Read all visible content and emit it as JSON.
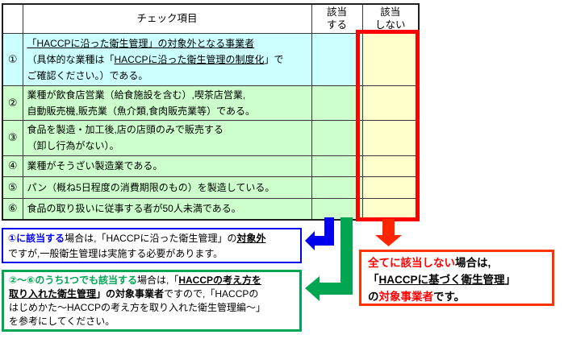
{
  "colors": {
    "row_cyan": "#ccffff",
    "row_green": "#ccffcc",
    "cell_yellow": "#ffffcc",
    "frame_red": "#ff0000",
    "note_blue_border": "#0000ee",
    "note_green_border": "#00a651",
    "note_red_border": "#ff3300",
    "text_blue": "#0000ff",
    "text_green": "#00a651",
    "text_red": "#ff0000"
  },
  "table": {
    "header": {
      "item": "チェック項目",
      "yes": "該当\nする",
      "no": "該当\nしない"
    },
    "rows": [
      {
        "num": "①",
        "segments": [
          {
            "t": "「HACCPに沿った衛生管理」の対象外となる事業者",
            "u": true
          },
          {
            "br": true
          },
          {
            "t": "（具体的な業種は「"
          },
          {
            "t": "HACCPに沿った衛生管理の制度化",
            "u": true
          },
          {
            "t": "」で"
          },
          {
            "br": true
          },
          {
            "t": "ご確認ください。）である。"
          }
        ]
      },
      {
        "num": "②",
        "segments": [
          {
            "t": "業種が飲食店営業（給食施設を含む）,喫茶店営業,"
          },
          {
            "br": true
          },
          {
            "t": "自動販売機,販売業（魚介類,食肉販売業等）である。"
          }
        ]
      },
      {
        "num": "③",
        "segments": [
          {
            "t": "食品を製造・加工後,店の店頭のみで販売する"
          },
          {
            "br": true
          },
          {
            "t": "（卸し行為がない）。"
          }
        ]
      },
      {
        "num": "④",
        "segments": [
          {
            "t": "業種がそうざい製造業である。"
          }
        ]
      },
      {
        "num": "⑤",
        "segments": [
          {
            "t": "パン（概ね5日程度の消費期限のもの）を製造している。"
          }
        ]
      },
      {
        "num": "⑥",
        "segments": [
          {
            "t": "食品の取り扱いに従事する者が50人未満である。"
          }
        ]
      }
    ]
  },
  "notes": {
    "blue": {
      "segments": [
        {
          "t": "①に該当する",
          "b": true,
          "c": "#0000ff"
        },
        {
          "t": "場合は,「HACCPに沿った衛生管理」の"
        },
        {
          "t": "対象外",
          "b": true,
          "u": true
        },
        {
          "br": true
        },
        {
          "t": "ですが,一般衛生管理は実施する必要があります。"
        }
      ]
    },
    "green": {
      "segments": [
        {
          "t": "②～⑥のうち1つでも該当する",
          "b": true,
          "c": "#00a651"
        },
        {
          "t": "場合は,「"
        },
        {
          "t": "HACCPの考え方を",
          "b": true,
          "u": true
        },
        {
          "br": true
        },
        {
          "t": "取り入れた衛生管理",
          "b": true,
          "u": true
        },
        {
          "t": "」の対象事業者",
          "b": true
        },
        {
          "t": "ですので,「HACCPの"
        },
        {
          "br": true
        },
        {
          "t": "はじめかた～HACCPの考え方を取り入れた衛生管理編～」"
        },
        {
          "br": true
        },
        {
          "t": "を参考にしてください。"
        }
      ]
    },
    "red": {
      "segments": [
        {
          "t": "全てに該当しない",
          "c": "#ff0000"
        },
        {
          "t": "場合は,"
        },
        {
          "br": true
        },
        {
          "t": "「"
        },
        {
          "t": "HACCPに基づく衛生管理",
          "u": true
        },
        {
          "t": "」"
        },
        {
          "br": true
        },
        {
          "t": "の"
        },
        {
          "t": "対象事業者",
          "c": "#ff0000"
        },
        {
          "t": "です。"
        }
      ]
    }
  },
  "icons": {
    "blue_arrow": "elbow-arrow-left",
    "green_arrow": "elbow-arrow-left",
    "red_arrow": "arrow-down"
  }
}
